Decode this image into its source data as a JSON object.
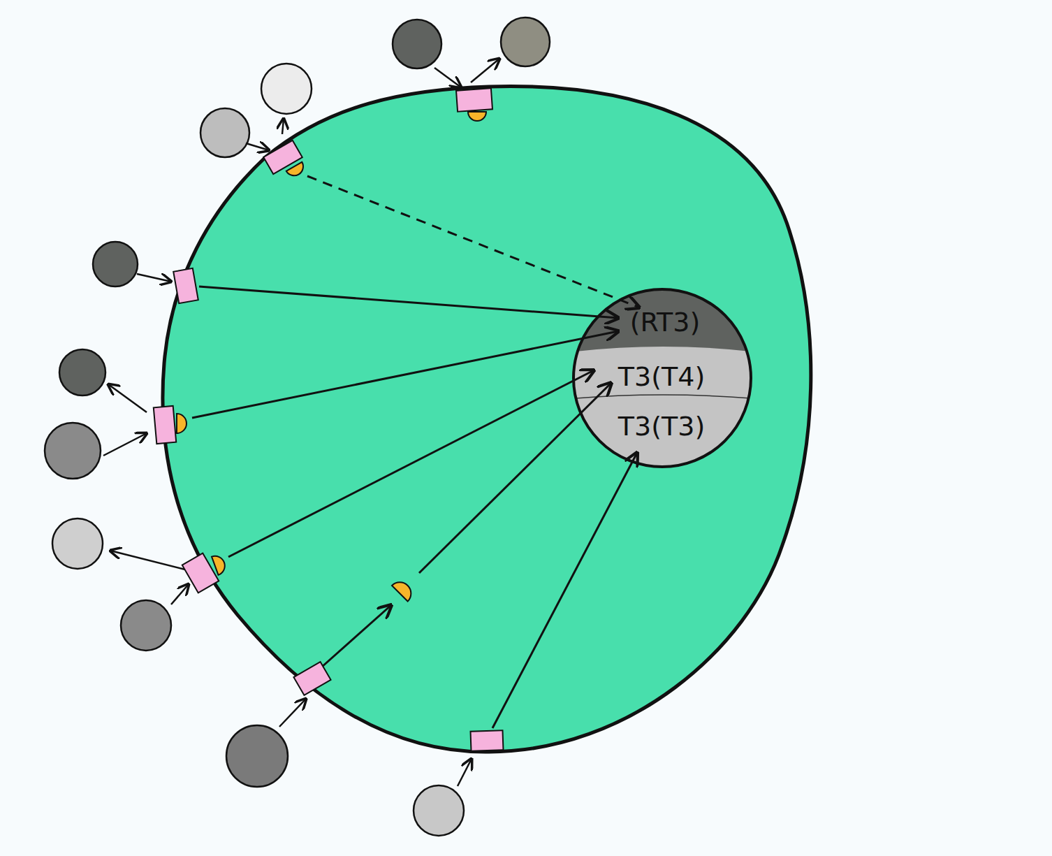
{
  "diagram": {
    "nodes": [
      {
        "text": [
          "(RT3)"
        ]
      },
      {
        "text": [
          "T3(T4)"
        ]
      },
      {
        "text": [
          "T3(T3)"
        ]
      }
    ]
  }
}
